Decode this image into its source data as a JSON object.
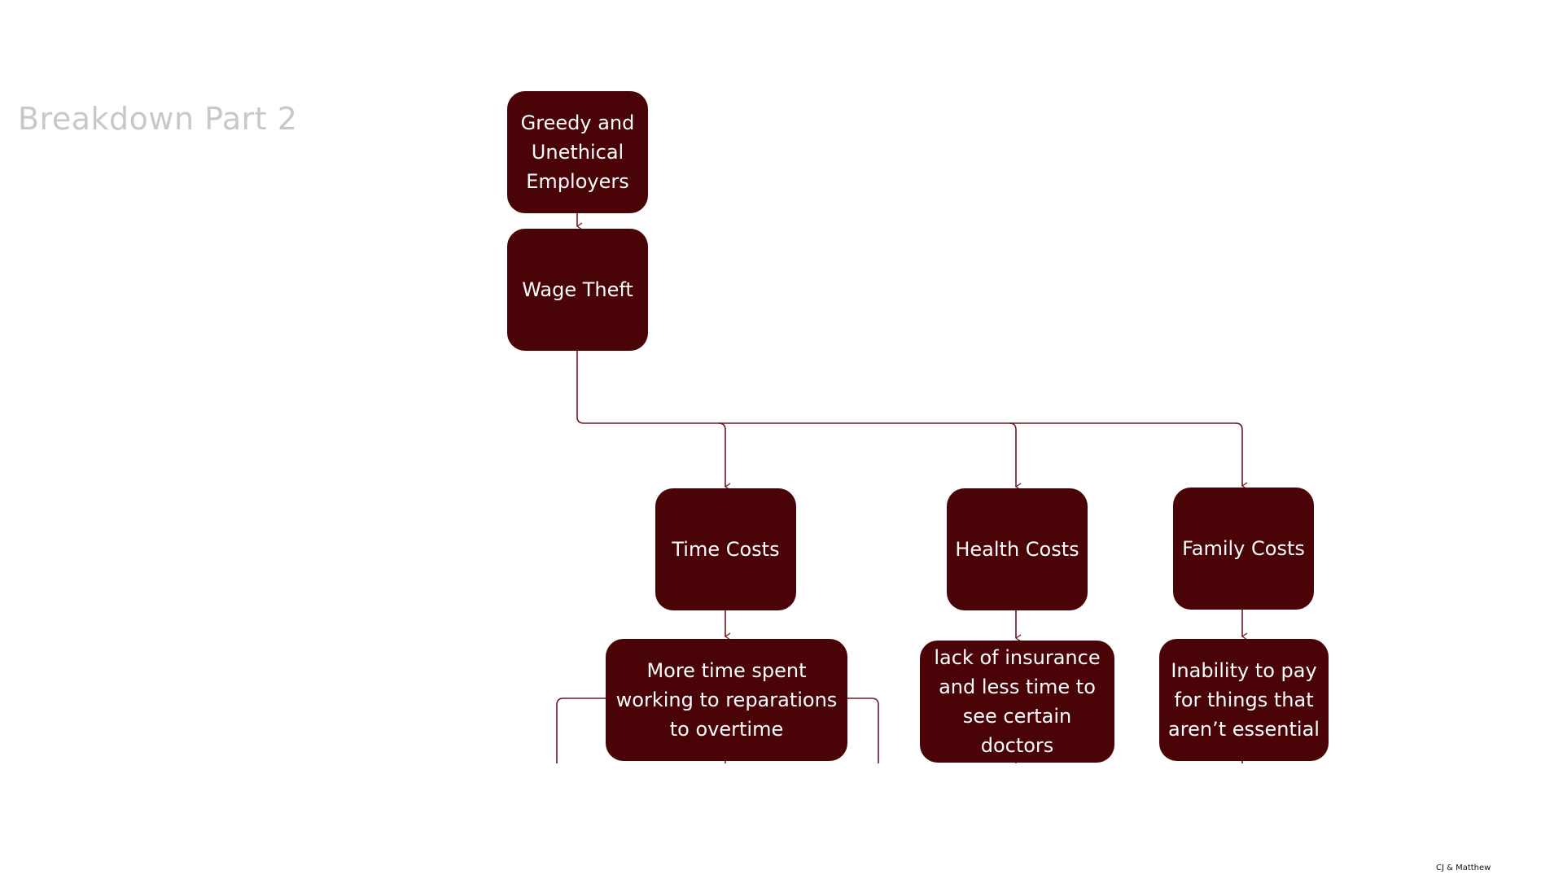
{
  "slide": {
    "title": "Breakdown Part 2",
    "credit": "CJ & Matthew"
  },
  "diagram": {
    "line_color": "#6b1a1e",
    "node_color": "#4a0306",
    "nodes": {
      "employers": "Greedy and\nUnethical\nEmployers",
      "wage_theft": "Wage Theft",
      "time_costs": "Time Costs",
      "health_costs": "Health Costs",
      "family_costs": "Family Costs",
      "time_detail": "More time spent\nworking to reparations\nto  overtime",
      "health_detail": "lack of insurance\nand less time to\nsee certain doctors",
      "family_detail": "Inability to pay\nfor things that\naren’t essential"
    },
    "edges": [
      [
        "employers",
        "wage_theft"
      ],
      [
        "wage_theft",
        "time_costs"
      ],
      [
        "wage_theft",
        "health_costs"
      ],
      [
        "wage_theft",
        "family_costs"
      ],
      [
        "time_costs",
        "time_detail"
      ],
      [
        "health_costs",
        "health_detail"
      ],
      [
        "family_costs",
        "family_detail"
      ]
    ]
  }
}
